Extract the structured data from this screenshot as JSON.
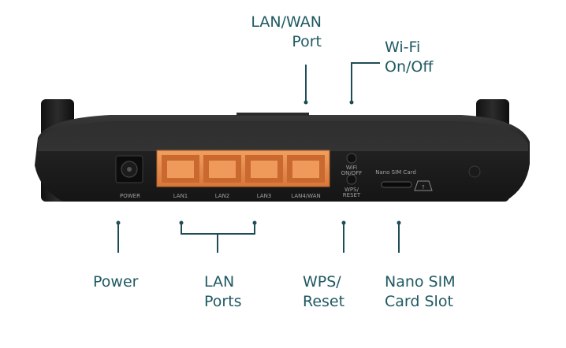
{
  "callouts": {
    "lan_wan_port": [
      "LAN/WAN",
      "Port"
    ],
    "wifi_onoff": [
      "Wi-Fi",
      "On/Off"
    ],
    "power": [
      "Power"
    ],
    "lan_ports": [
      "LAN",
      "Ports"
    ],
    "wps_reset": [
      "WPS/",
      "Reset"
    ],
    "nano_sim": [
      "Nano SIM",
      "Card Slot"
    ]
  },
  "router_labels": {
    "power": "POWER",
    "lan1": "LAN1",
    "lan2": "LAN2",
    "lan3": "LAN3",
    "lan4_wan": "LAN4/WAN",
    "wifi_onoff": [
      "WiFi",
      "ON/OFF"
    ],
    "wps_reset": [
      "WPS/",
      "RESET"
    ],
    "nano_sim_card": "Nano SIM Card"
  },
  "colors": {
    "text": "#1f5962",
    "leader_line": "#1e4d55",
    "router_body": "#1d1d1d",
    "port_orange": "#e58a4a"
  }
}
